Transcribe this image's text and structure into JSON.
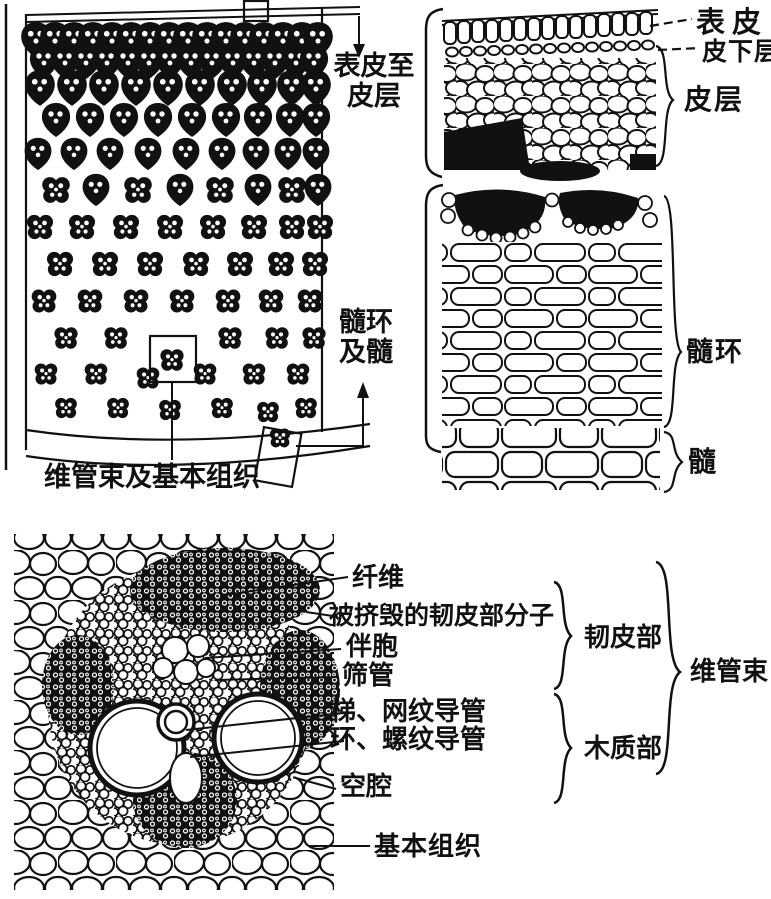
{
  "figure": {
    "overview": {
      "caption": "维管束及基本组织"
    },
    "callouts": {
      "epidermis_to_cortex": {
        "line1": "表皮至",
        "line2": "皮层"
      },
      "pith_ring_and_pith": {
        "line1": "髓环",
        "line2": "及髓"
      }
    },
    "layer_panel": {
      "epidermis": "表皮",
      "hypodermis": "皮下层",
      "cortex": "皮层",
      "pith_ring": "髓环",
      "pith": "髓"
    },
    "bundle_panel": {
      "fiber": "纤维",
      "crushed_phloem": "被挤毁的韧皮部分子",
      "companion_cell": "伴胞",
      "sieve_tube": "筛管",
      "scalariform_reticulate_vessel": "梯、网纹导管",
      "annular_spiral_vessel": "环、螺纹导管",
      "cavity": "空腔",
      "ground_tissue": "基本组织",
      "phloem": "韧皮部",
      "xylem": "木质部",
      "vascular_bundle": "维管束"
    },
    "colors": {
      "ink": "#111111",
      "paper": "#ffffff"
    }
  }
}
